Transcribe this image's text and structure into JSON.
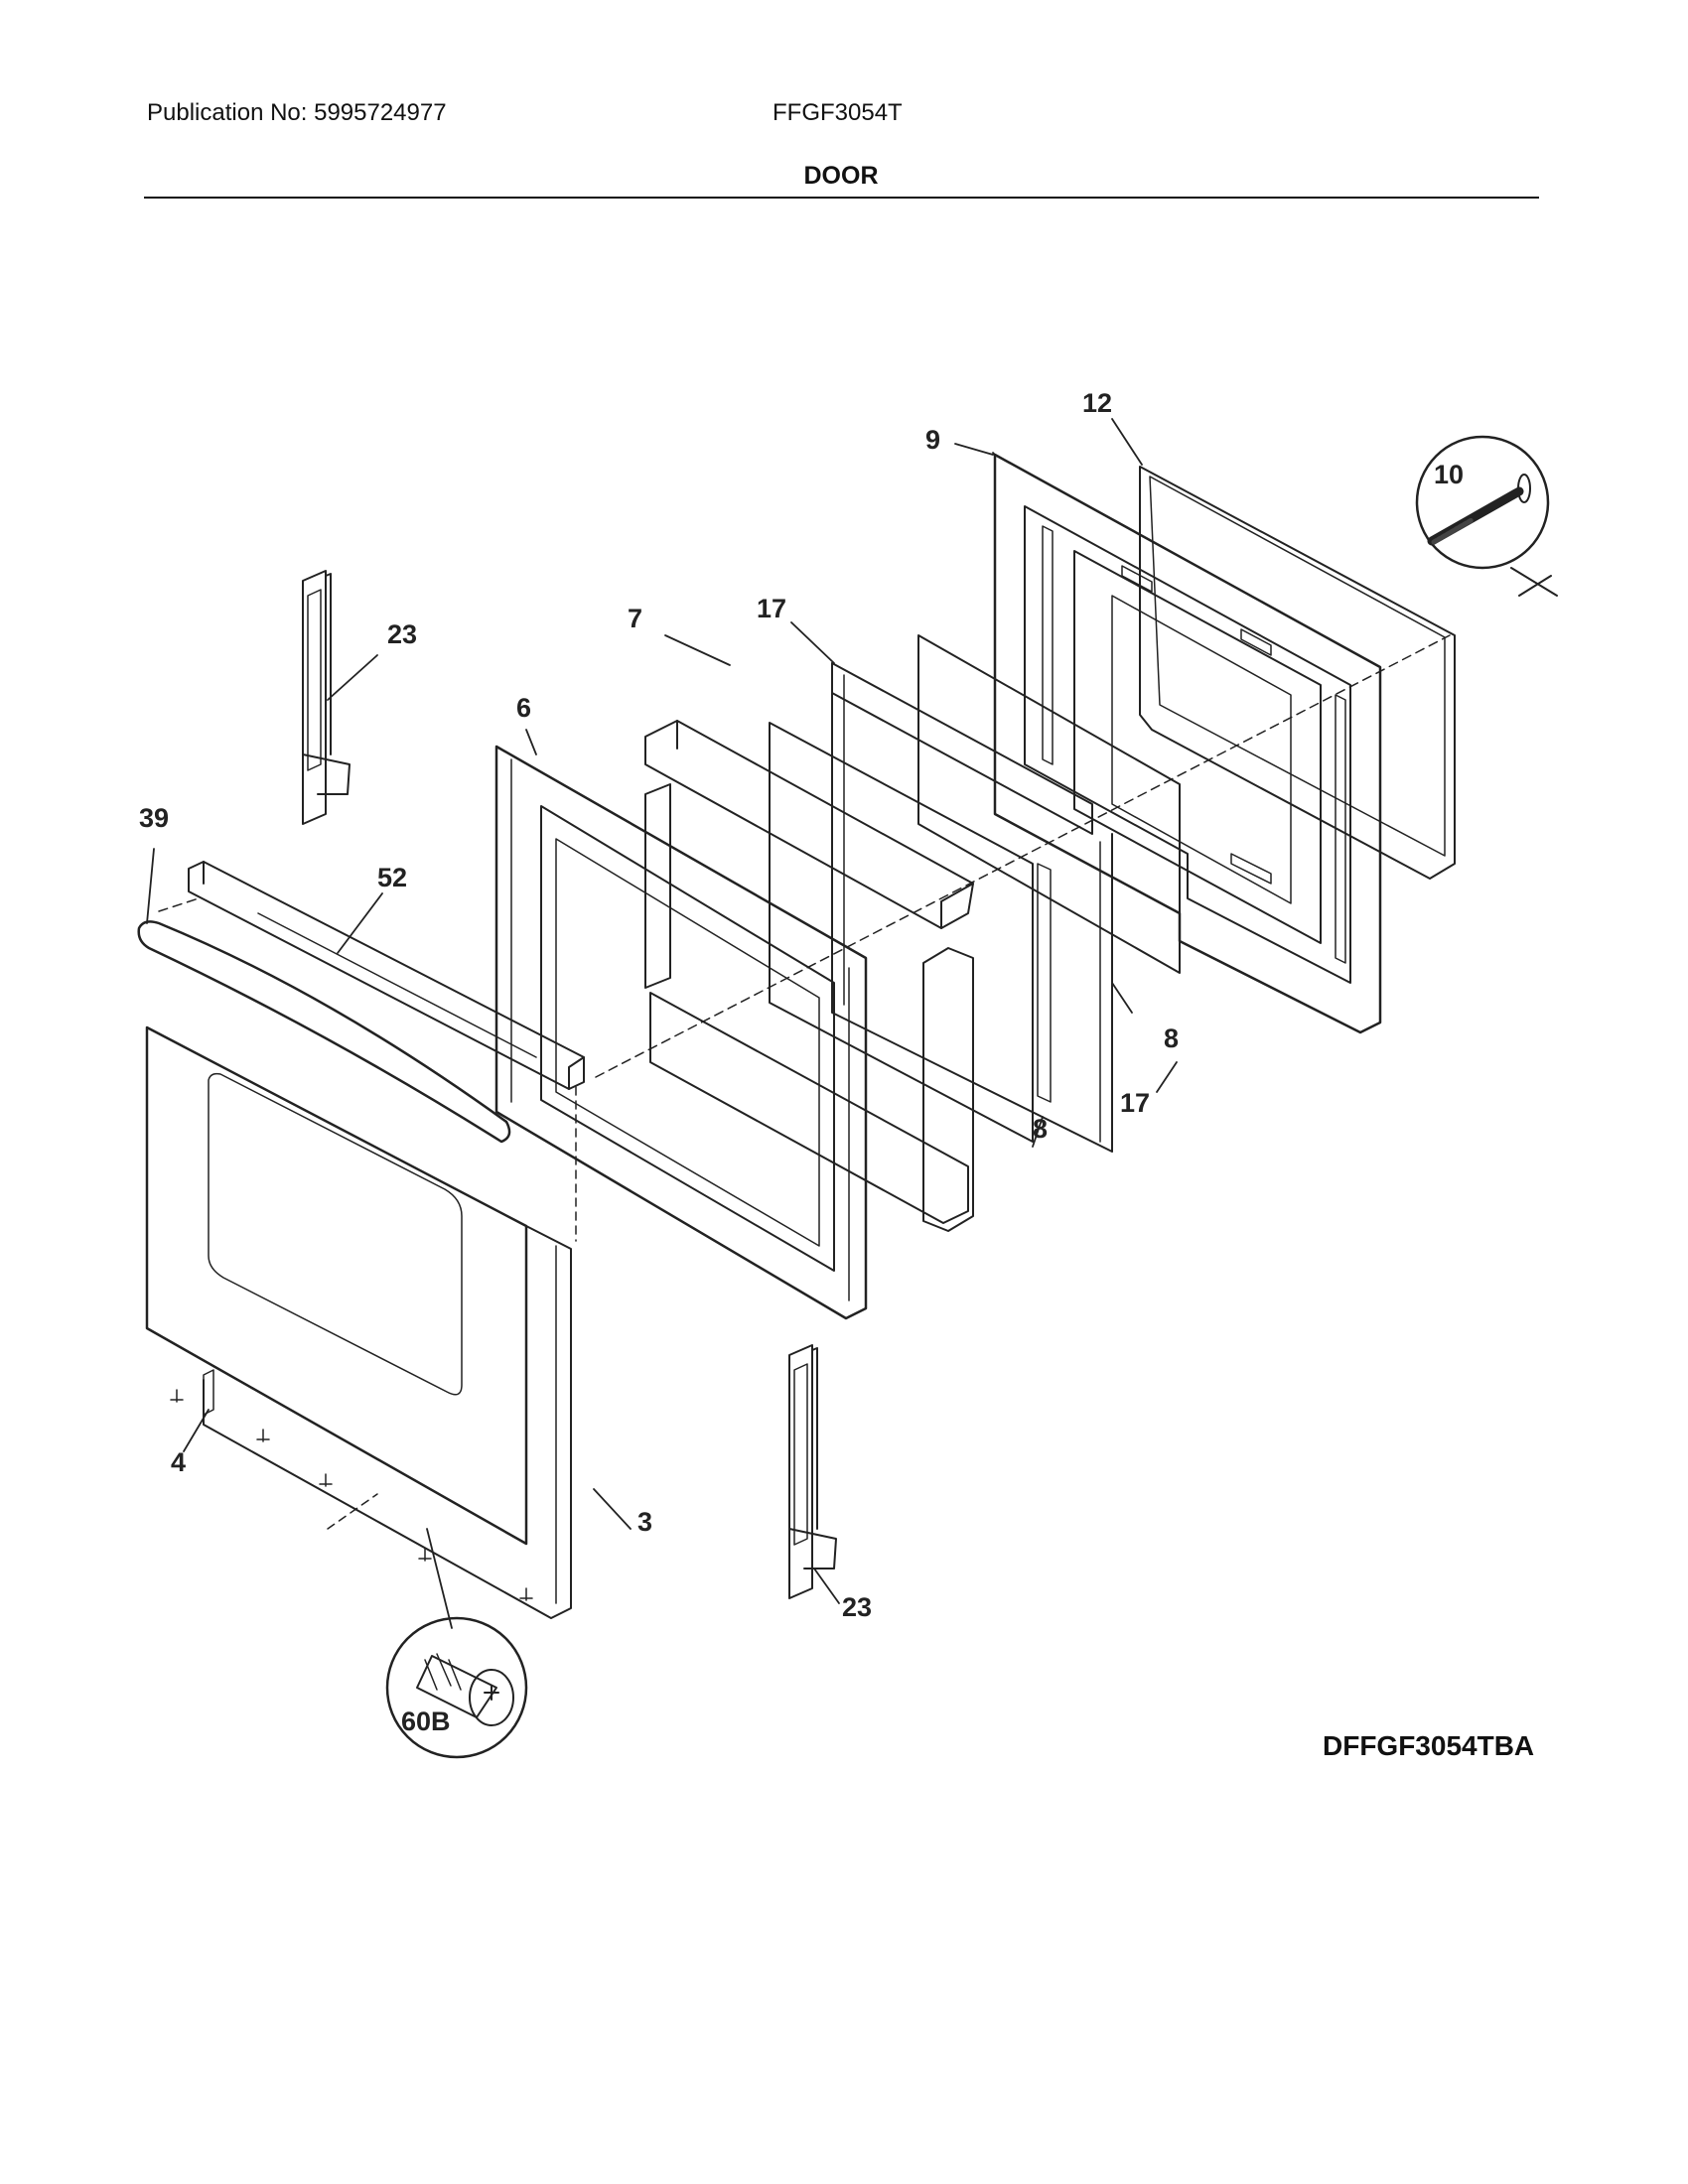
{
  "header": {
    "publication": "Publication No: 5995724977",
    "model": "FFGF3054T",
    "section_title": "DOOR"
  },
  "diagram_id": "DFFGF3054TBA",
  "callouts": {
    "c3": "3",
    "c4": "4",
    "c6": "6",
    "c7": "7",
    "c8a": "8",
    "c8b": "8",
    "c9": "9",
    "c10": "10",
    "c12": "12",
    "c17a": "17",
    "c17b": "17",
    "c23a": "23",
    "c23b": "23",
    "c39": "39",
    "c52": "52",
    "c60b": "60B"
  }
}
